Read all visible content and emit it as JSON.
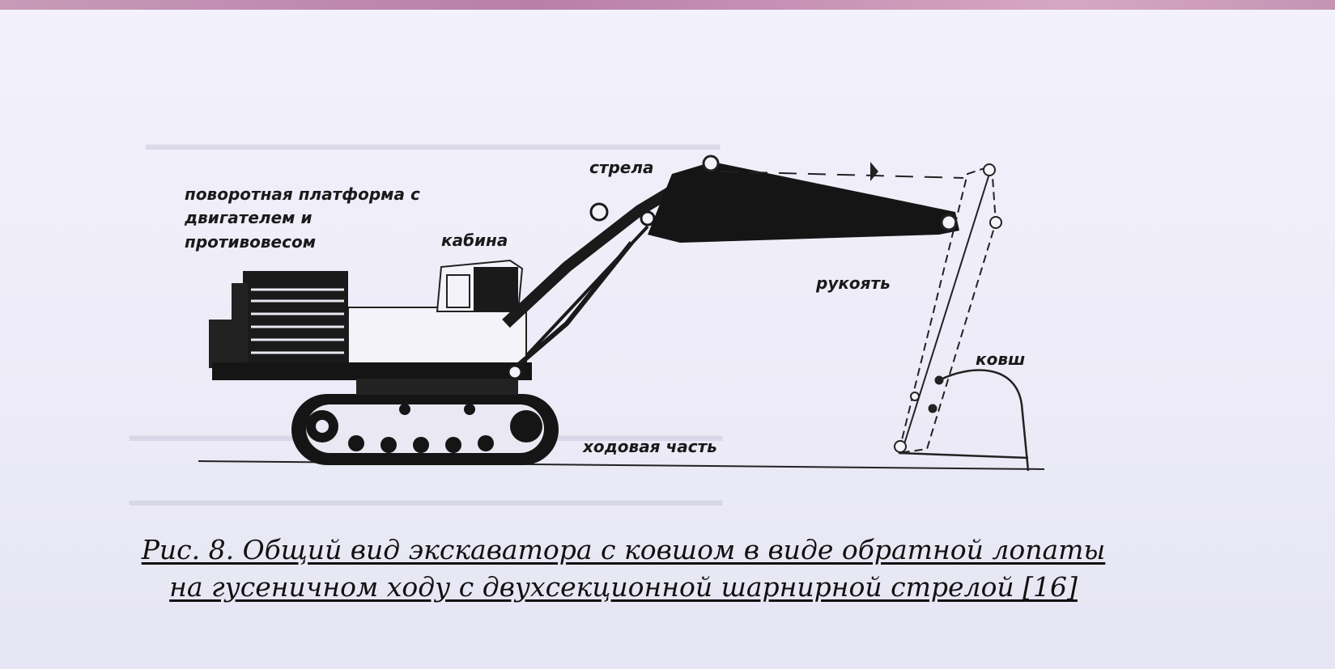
{
  "figure": {
    "labels": {
      "platform": [
        "поворотная платформа с",
        "двигателем и",
        "противовесом"
      ],
      "boom": "стрела",
      "cabin": "кабина",
      "stick": "рукоять",
      "bucket": "ковш",
      "undercarriage": "ходовая часть"
    },
    "caption": {
      "line1": "Рис. 8. Общий вид экскаватора с ковшом в виде обратной лопаты",
      "line2": "на гусеничном ходу с двухсекционной шарнирной стрелой [16]"
    }
  },
  "colors": {
    "paper": "#eeedf8",
    "ink": "#111111",
    "top_band": "#c08db0"
  }
}
